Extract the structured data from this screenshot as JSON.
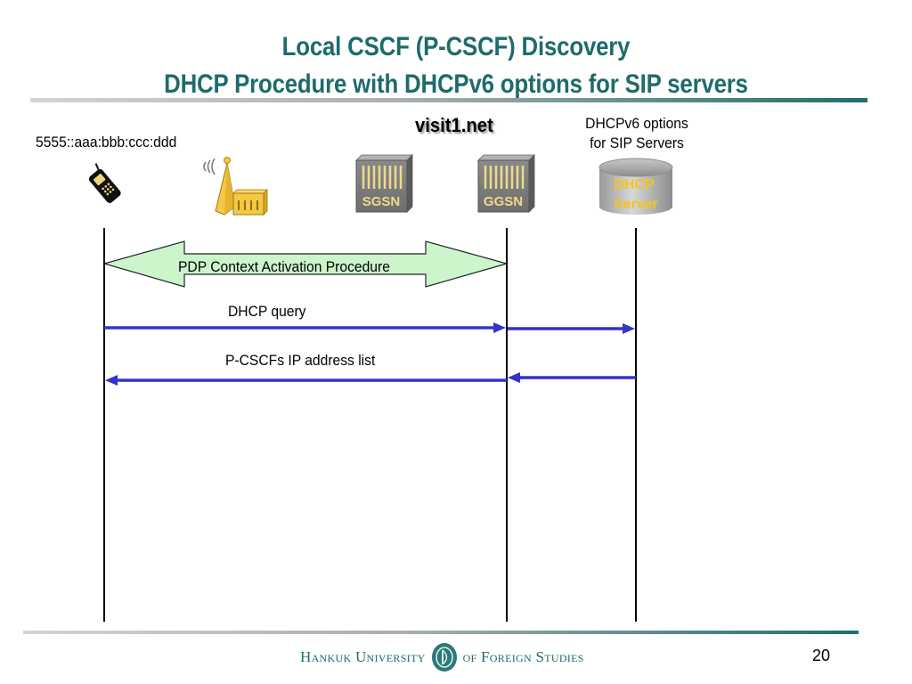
{
  "slide": {
    "title_line1": "Local CSCF (P-CSCF) Discovery",
    "title_line2": "DHCP Procedure with DHCPv6 options for SIP servers",
    "page_number": "20",
    "footer": {
      "left_text": "Hankuk University",
      "right_text": "of Foreign Studies",
      "logo": "university-seal-icon"
    },
    "theme_color": "#1e6b6b"
  },
  "diagram": {
    "ue_address": "5555::aaa:bbb:ccc:ddd",
    "domain_label": "visit1.net",
    "dhcp_options_label_line1": "DHCPv6 options",
    "dhcp_options_label_line2": "for SIP Servers",
    "nodes": [
      {
        "id": "ue",
        "icon": "mobile-phone-icon",
        "label": ""
      },
      {
        "id": "ran",
        "icon": "base-station-icon",
        "label": ""
      },
      {
        "id": "sgsn",
        "icon": "server-box-icon",
        "label": "SGSN"
      },
      {
        "id": "ggsn",
        "icon": "server-box-icon",
        "label": "GGSN"
      },
      {
        "id": "dhcp",
        "icon": "database-cylinder-icon",
        "label_line1": "DHCP",
        "label_line2": "Server"
      }
    ],
    "procedure": {
      "label": "PDP Context Activation Procedure",
      "from": "ue",
      "to": "ggsn",
      "fill": "#ccf5cc"
    },
    "messages": [
      {
        "label": "DHCP query",
        "from": "ue",
        "to": "dhcp",
        "via": "ggsn",
        "direction": "right",
        "color": "#3333cc"
      },
      {
        "label": "P-CSCFs IP address list",
        "from": "dhcp",
        "to": "ue",
        "via": "ggsn",
        "direction": "left",
        "color": "#3333cc"
      }
    ]
  }
}
